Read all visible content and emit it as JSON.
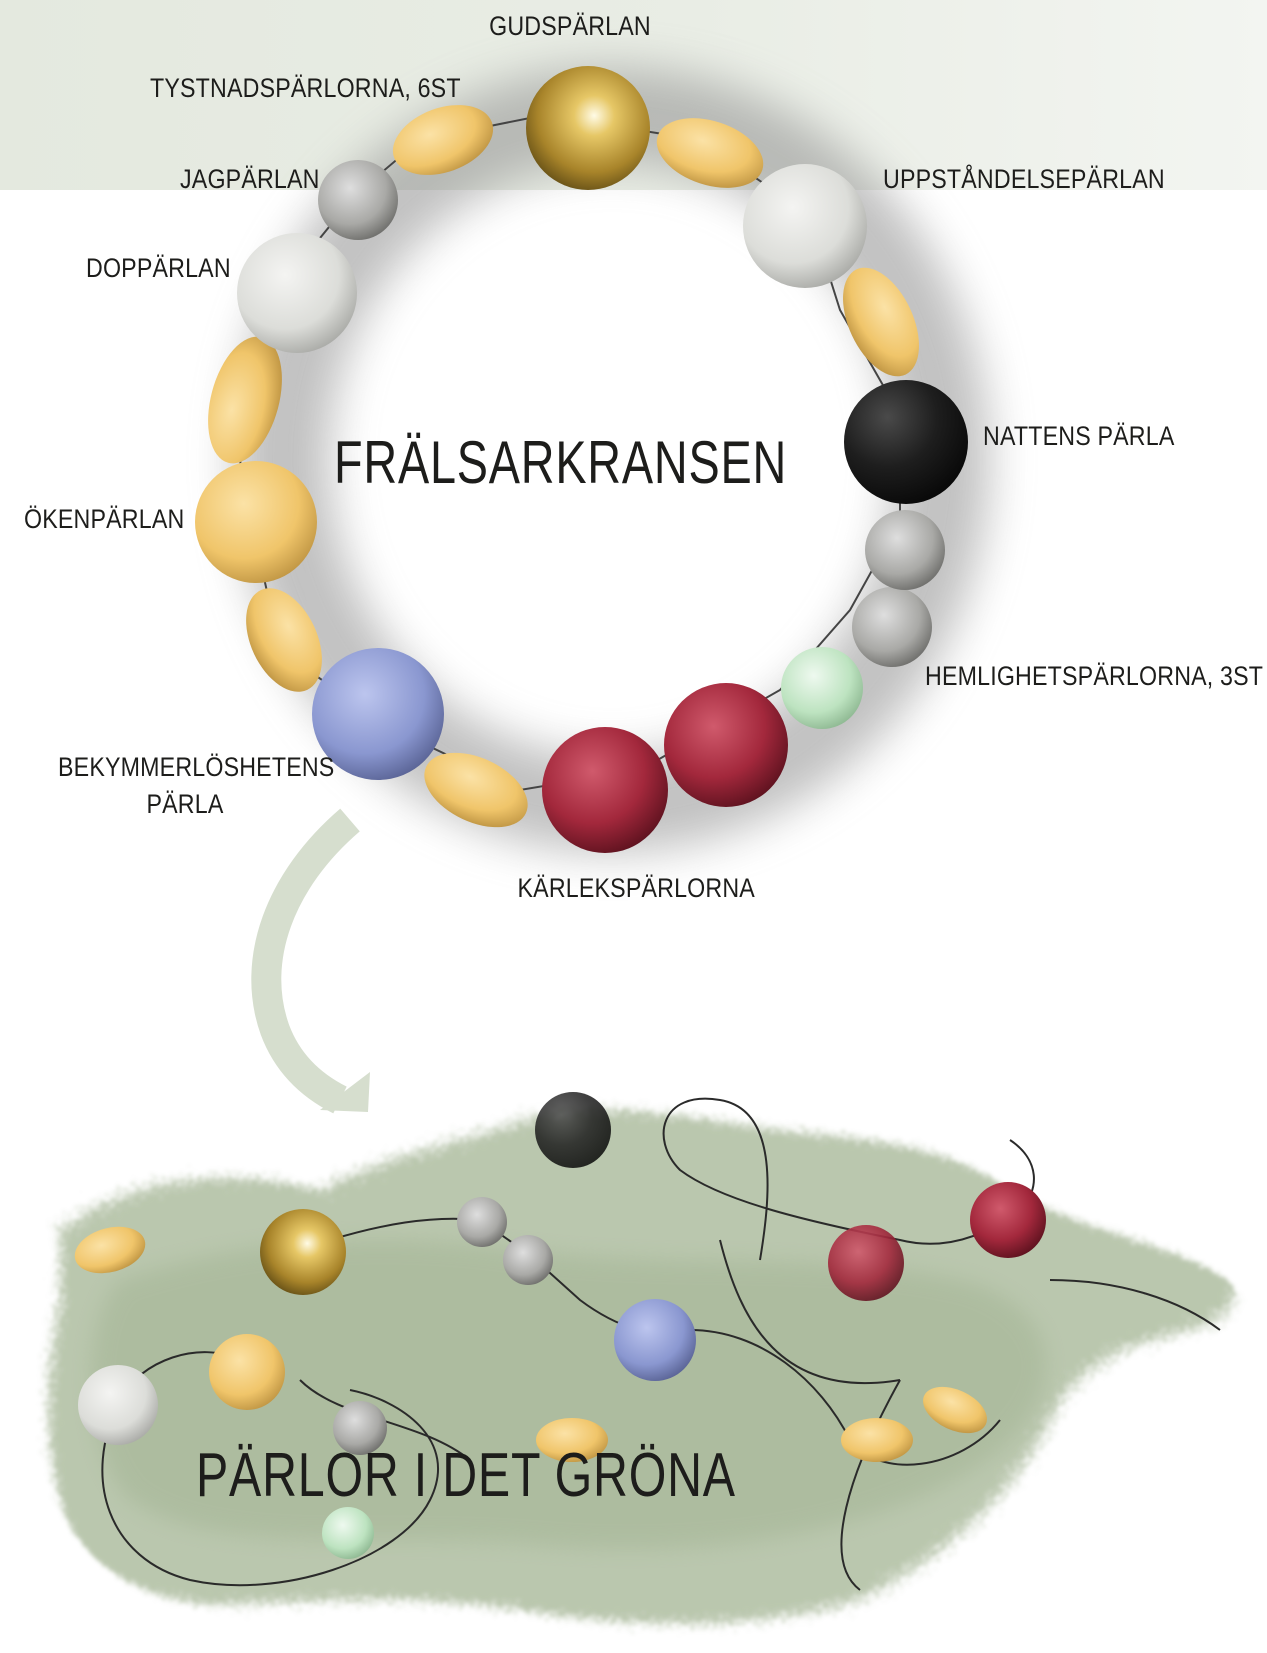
{
  "ring_title": "FRÄLSARKRANSEN",
  "field_title": "PÄRLOR I DET GRÖNA",
  "labels": {
    "gudsparlan": "GUDSPÄRLAN",
    "tystnadsparlorna": "TYSTNADSPÄRLORNA, 6ST",
    "jagparlan": "JAGPÄRLAN",
    "dopparlan": "DOPPÄRLAN",
    "okenparlan": "ÖKENPÄRLAN",
    "bekymmerloshetens_line1": "BEKYMMERLÖSHETENS",
    "bekymmerloshetens_line2": "PÄRLA",
    "karleksparlorna": "KÄRLEKSPÄRLORNA",
    "hemlighetsparlorna": "HEMLIGHETSPÄRLORNA, 3ST",
    "nattens_parla": "NATTENS PÄRLA",
    "uppstandelseparlan": "UPPSTÅNDELSEPÄRLAN"
  },
  "colors": {
    "band": "#e6ebe2",
    "gold": "#b8962e",
    "yellow": "#f2c86b",
    "white_pearl": "#dcddd9",
    "grey_pearl": "#a9a9a6",
    "black_pearl": "#1e1e1e",
    "red_pearl": "#a3283c",
    "blue_pearl": "#8a97d0",
    "green_pearl": "#bde3c0",
    "arrow": "#d6dece",
    "moss": "#a9b89b"
  }
}
